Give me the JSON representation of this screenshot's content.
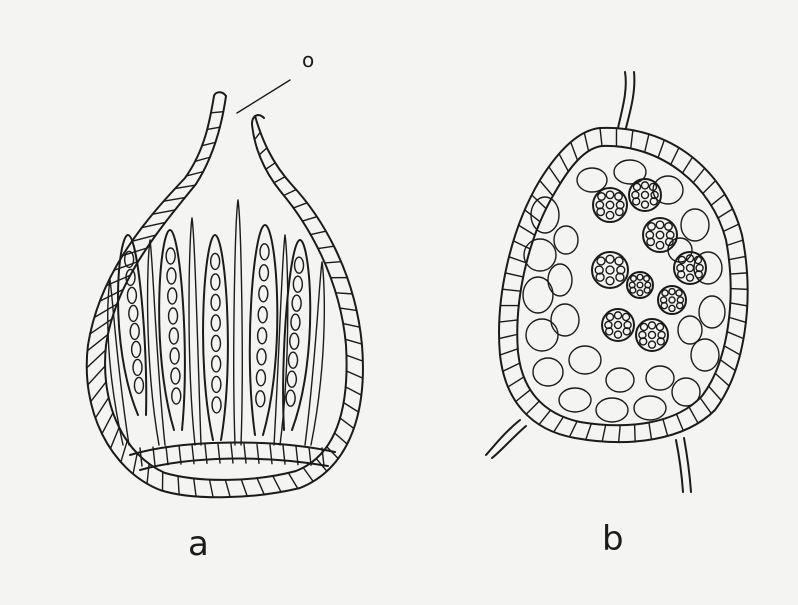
{
  "labels": {
    "a": "a",
    "b": "b",
    "o": "o"
  },
  "colors": {
    "ink": "#1b1b1b",
    "paper": "#f4f4f2"
  }
}
